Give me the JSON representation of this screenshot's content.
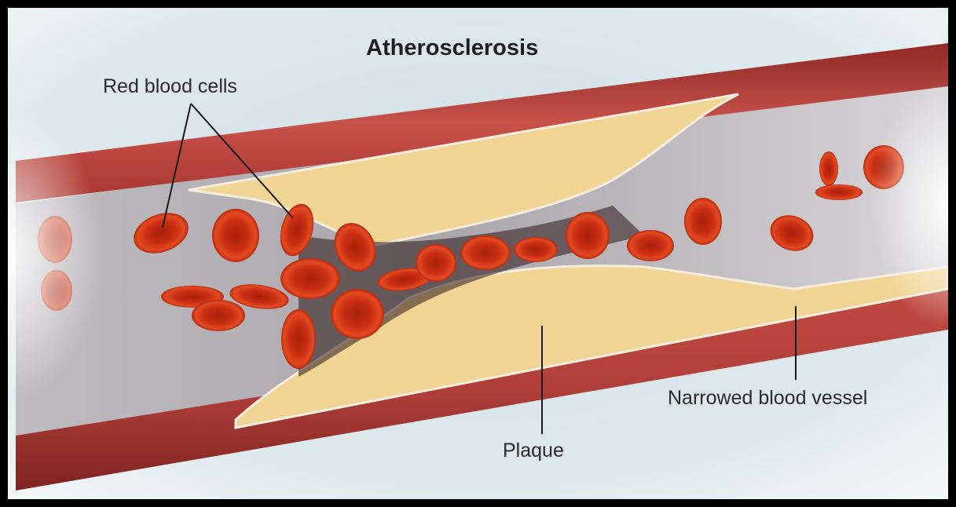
{
  "title": "Atherosclerosis",
  "labels": {
    "red_blood_cells": "Red blood cells",
    "plaque": "Plaque",
    "narrowed_vessel": "Narrowed blood vessel"
  },
  "colors": {
    "frame": "#000000",
    "background": "#dfeaed",
    "vessel_wall": "#b9413e",
    "plaque": "#f2d69a",
    "lumen": "#c9c9cc",
    "red_blood_cell": "#cc2e12"
  }
}
